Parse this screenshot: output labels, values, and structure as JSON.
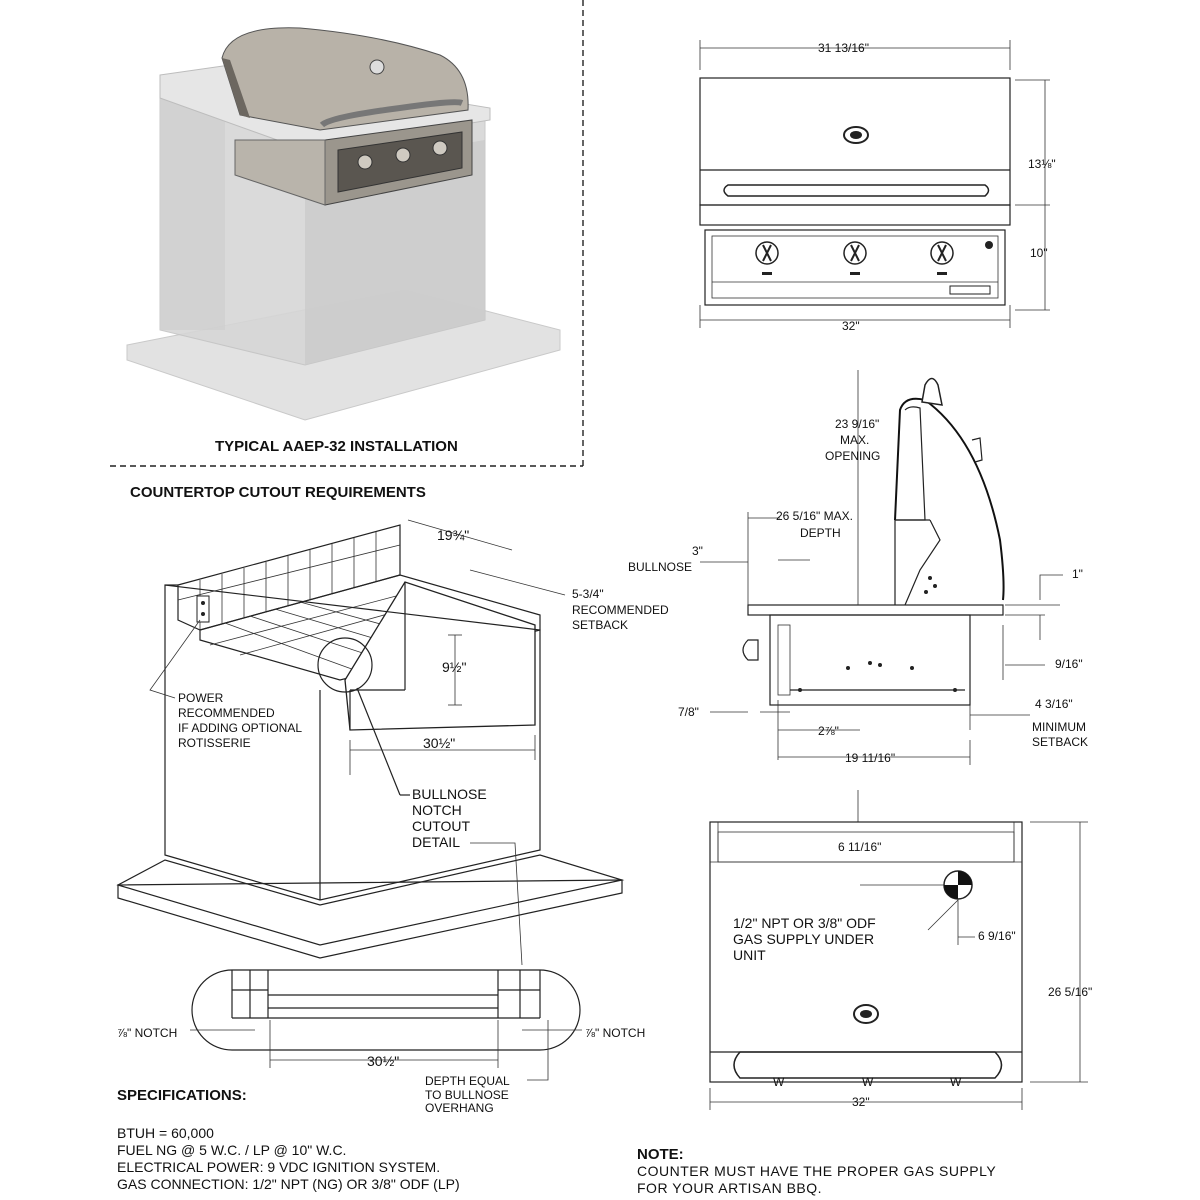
{
  "install": {
    "caption": "TYPICAL AAEP-32 INSTALLATION"
  },
  "cutout": {
    "heading": "COUNTERTOP CUTOUT REQUIREMENTS",
    "dim_width_top": "19¾\"",
    "dim_setback": "5-3/4\"",
    "setback_line1": "RECOMMENDED",
    "setback_line2": "SETBACK",
    "dim_height": "9½\"",
    "dim_width": "30½\"",
    "power_line1": "POWER",
    "power_line2": "RECOMMENDED",
    "power_line3": "IF ADDING OPTIONAL",
    "power_line4": "ROTISSERIE",
    "notch_line1": "BULLNOSE",
    "notch_line2": "NOTCH",
    "notch_line3": "CUTOUT",
    "notch_line4": "DETAIL"
  },
  "notch_detail": {
    "left_notch": "⅞\" NOTCH",
    "right_notch": "⅞\" NOTCH",
    "dim_width": "30½\"",
    "depth_line1": "DEPTH EQUAL",
    "depth_line2": "TO BULLNOSE",
    "depth_line3": "OVERHANG"
  },
  "front_view": {
    "dim_top_width": "31 13/16\"",
    "dim_hood_height": "13⅛\"",
    "dim_base_height": "10\"",
    "dim_bottom_width": "32\""
  },
  "side_view": {
    "dim_max_opening": "23 9/16\"",
    "max_opening_line1": "MAX.",
    "max_opening_line2": "OPENING",
    "dim_max_depth": "26 5/16\" MAX.",
    "max_depth_line2": "DEPTH",
    "dim_bullnose": "3\"",
    "bullnose_label": "BULLNOSE",
    "dim_one": "1\"",
    "dim_nine_sixteenths": "9/16\"",
    "dim_seven_eighths": "7/8\"",
    "dim_two_seven_eighths": "2⅞\"",
    "dim_setback": "4 3/16\"",
    "setback_line1": "MINIMUM",
    "setback_line2": "SETBACK",
    "dim_depth": "19 11/16\""
  },
  "top_view": {
    "dim_lip": "6 11/16\"",
    "gas_line1": "1/2\" NPT OR 3/8\" ODF",
    "gas_line2": "GAS SUPPLY UNDER",
    "gas_line3": "UNIT",
    "dim_gas_offset": "6 9/16\"",
    "dim_depth": "26 5/16\"",
    "dim_width": "32\""
  },
  "specs": {
    "heading": "SPECIFICATIONS:",
    "line1": "BTUH  = 60,000",
    "line2": "FUEL NG @ 5 W.C. / LP @ 10\" W.C.",
    "line3": "ELECTRICAL POWER: 9 VDC IGNITION SYSTEM.",
    "line4": "GAS CONNECTION: 1/2\" NPT (NG) OR 3/8\" ODF (LP)"
  },
  "note": {
    "heading": "NOTE:",
    "line1": "COUNTER  MUST  HAVE  THE  PROPER GAS SUPPLY",
    "line2": "FOR YOUR  ARTISAN  BBQ."
  },
  "colors": {
    "ink": "#111111",
    "ghost_fill": "#d9d9d9",
    "grill_metal": "#a9a49c",
    "grill_dark": "#5a5650"
  }
}
